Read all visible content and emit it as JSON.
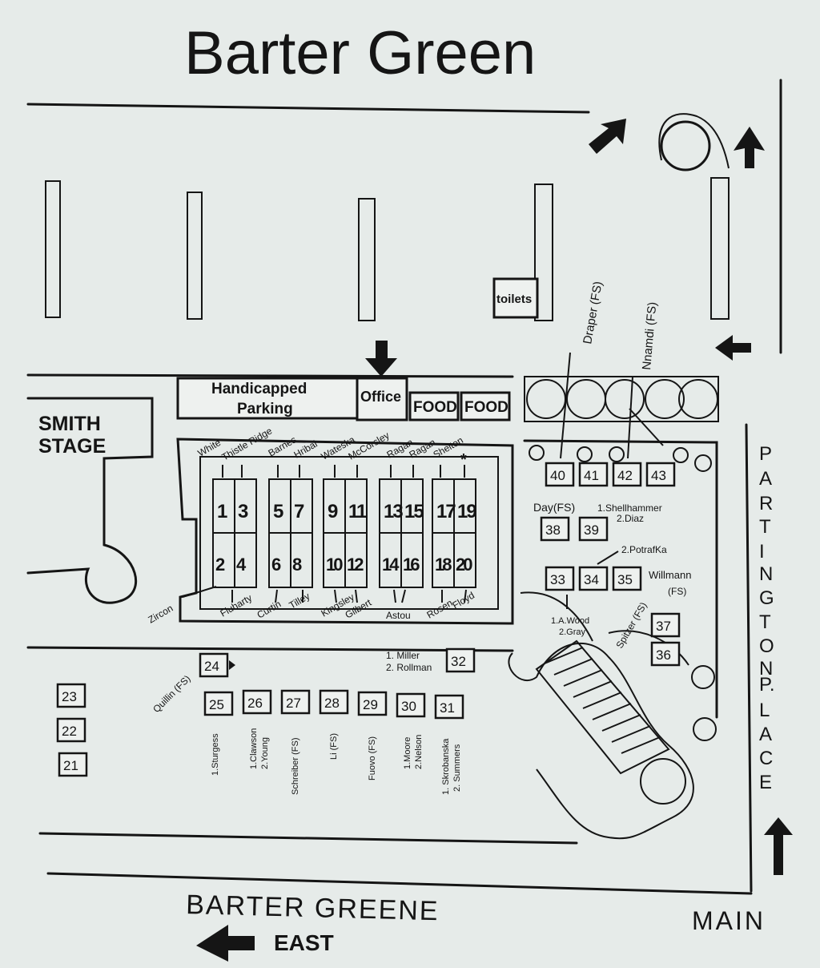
{
  "title": "Barter Green",
  "labels": {
    "stage": [
      "SMITH",
      "STAGE"
    ],
    "handicapped": [
      "Handicapped",
      "Parking"
    ],
    "office": "Office",
    "food1": "FOOD",
    "food2": "FOOD",
    "toilets": "toilets",
    "street_bottom": "BARTER GREENE",
    "east": "EAST",
    "main": "MAIN",
    "partington": [
      "P",
      "A",
      "R",
      "T",
      "I",
      "N",
      "G",
      "T",
      "O",
      "N",
      "P.",
      "L",
      "A",
      "C",
      "E"
    ],
    "star": "*"
  },
  "grid_top": [
    "1",
    "3",
    "5",
    "7",
    "9",
    "11",
    "13",
    "15",
    "17",
    "19"
  ],
  "grid_bottom": [
    "2",
    "4",
    "6",
    "8",
    "10",
    "12",
    "14",
    "16",
    "18",
    "20"
  ],
  "vendors_top": [
    "White",
    "Thistle Ridge",
    "Barnes",
    "Hribal",
    "Wateska",
    "McCorsley",
    "Ragan",
    "Ragan",
    "Shelton"
  ],
  "vendors_bottom": [
    "Zircon",
    "Fluharty",
    "Curtin",
    "Tilley",
    "Kingsley",
    "Gilbert",
    "Astou",
    "Rosen",
    "Floyd"
  ],
  "booths": {
    "b21": "21",
    "b22": "22",
    "b23": "23",
    "b24": "24",
    "b25": "25",
    "b26": "26",
    "b27": "27",
    "b28": "28",
    "b29": "29",
    "b30": "30",
    "b31": "31",
    "b32": "32",
    "b33": "33",
    "b34": "34",
    "b35": "35",
    "b36": "36",
    "b37": "37",
    "b38": "38",
    "b39": "39",
    "b40": "40",
    "b41": "41",
    "b42": "42",
    "b43": "43"
  },
  "booth_names": {
    "draper": "Draper (FS)",
    "nnamdi": "Nnamdi (FS)",
    "day": "Day(FS)",
    "shellhammer": "1.Shellhammer",
    "diaz": "2.Diaz",
    "potrafka": "2.PotrafKa",
    "willmann": "Willmann",
    "willmann_fs": "(FS)",
    "wood": "1.A.Wood",
    "gray": "2.Gray",
    "spitzer": "Spitzer (FS)",
    "miller": "1.  Miller",
    "rollman": "2. Rollman",
    "quillin": "Quillin (FS)",
    "sturgess": "1.Sturgess",
    "clawson": "1.Clawson",
    "young": "2.Young",
    "schreiber": "Schreiber (FS)",
    "li": "Li (FS)",
    "fuovo": "Fuovo (FS)",
    "moore": "1.Moore",
    "nelson": "2.Nelson",
    "skrobanska": "1. Skrobanska",
    "summers": "2. Summers"
  }
}
